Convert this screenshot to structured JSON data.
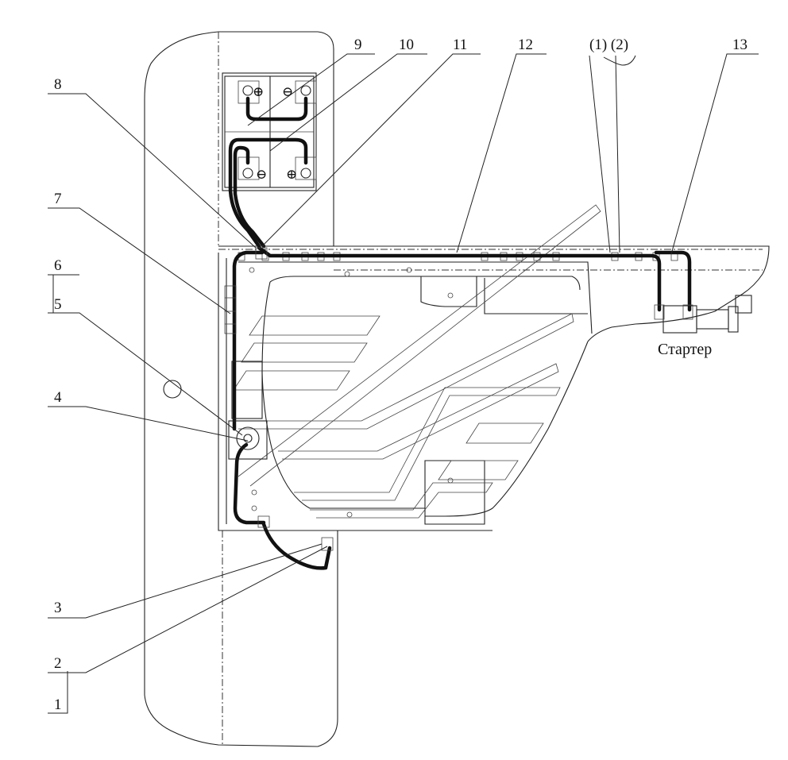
{
  "callouts": [
    {
      "id": "c1",
      "label": "1"
    },
    {
      "id": "c2",
      "label": "2"
    },
    {
      "id": "c3",
      "label": "3"
    },
    {
      "id": "c4",
      "label": "4"
    },
    {
      "id": "c5",
      "label": "5"
    },
    {
      "id": "c6",
      "label": "6"
    },
    {
      "id": "c7",
      "label": "7"
    },
    {
      "id": "c8",
      "label": "8"
    },
    {
      "id": "c9",
      "label": "9"
    },
    {
      "id": "c10",
      "label": "10"
    },
    {
      "id": "c11",
      "label": "11"
    },
    {
      "id": "c12",
      "label": "12"
    },
    {
      "id": "c13",
      "label": "13"
    }
  ],
  "group_label": "(1) (2)",
  "starter_label": "Стартер",
  "battery_terminals": {
    "plus": "⊕",
    "minus": "⊖"
  },
  "colors": {
    "line": "#222222",
    "cable": "#111111",
    "background": "#ffffff"
  }
}
